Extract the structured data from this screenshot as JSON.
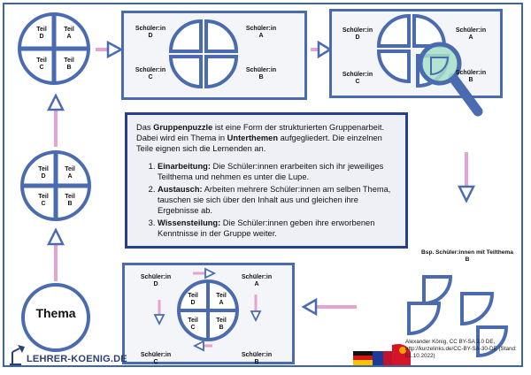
{
  "labels": {
    "teil_a": "Teil A",
    "teil_b": "Teil B",
    "teil_c": "Teil C",
    "teil_d": "Teil D",
    "teil": "Teil",
    "a": "A",
    "b": "B",
    "c": "C",
    "d": "D",
    "schueler_a": "Schüler:in A",
    "schueler_b": "Schüler:in B",
    "schueler_c": "Schüler:in C",
    "schueler_d": "Schüler:in D",
    "schueler": "Schüler:in",
    "thema": "Thema",
    "bsp": "Bsp. Schüler:innen mit Teilthema B"
  },
  "info": {
    "intro_1": "Das ",
    "intro_b1": "Gruppenpuzzle",
    "intro_2": " ist eine Form der strukturierten Gruppenarbeit. Dabei wird ein Thema in ",
    "intro_b2": "Unterthemen",
    "intro_3": " aufgegliedert. Die einzelnen Teile eignen sich die Lernenden an.",
    "steps": [
      {
        "label": "Einarbeitung:",
        "text": " Die Schüler:innen erarbeiten sich ihr jeweiliges Teilthema und nehmen es unter die Lupe."
      },
      {
        "label": "Austausch:",
        "text": " Arbeiten mehrere Schüler:innen am selben Thema, tauschen sie sich über den Inhalt aus und gleichen ihre Ergebnisse ab."
      },
      {
        "label": "Wissensteilung:",
        "text": " Die Schüler:innen geben ihre erworbenen Kenntnisse in der Gruppe weiter."
      }
    ]
  },
  "logo": {
    "text": "LEHRER-KOENIG.DE"
  },
  "credit": {
    "text": "Alexander König, CC BY-SA 3.0 DE, http://kurzelinks.de/CC-BY-SA-30-DE (Stand: 01.10.2022)"
  },
  "colors": {
    "border": "#4a6bb0",
    "arrow_pink": "#e6a3cf",
    "dark_blue": "#243f8f",
    "lens_green": "#a6dfc8"
  }
}
